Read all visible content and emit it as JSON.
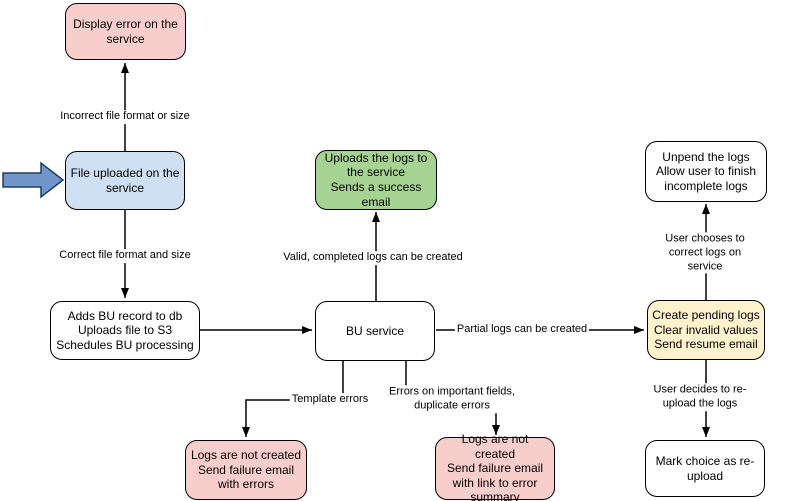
{
  "diagram": {
    "nodes": [
      {
        "id": "display-error",
        "label": "Display error on the\nservice",
        "color": "pink"
      },
      {
        "id": "file-uploaded",
        "label": "File uploaded on the\nservice",
        "color": "blue"
      },
      {
        "id": "adds-bu-record",
        "label": "Adds BU record to db\nUploads file to S3\nSchedules BU processing",
        "color": "white"
      },
      {
        "id": "bu-service",
        "label": "BU service",
        "color": "white"
      },
      {
        "id": "uploads-logs-success",
        "label": "Uploads the logs to\nthe service\nSends a success\nemail",
        "color": "green"
      },
      {
        "id": "create-pending-logs",
        "label": "Create pending logs\nClear invalid values\nSend resume email",
        "color": "yellow"
      },
      {
        "id": "unpend-logs",
        "label": "Unpend the logs\nAllow user to finish\nincomplete logs",
        "color": "white"
      },
      {
        "id": "mark-choice-reupload",
        "label": "Mark choice as re-\nupload",
        "color": "white"
      },
      {
        "id": "logs-not-created-errors",
        "label": "Logs are not created\nSend failure email\nwith errors",
        "color": "pink"
      },
      {
        "id": "logs-not-created-summary",
        "label": "Logs are not created\nSend failure email\nwith link to error\nsummary",
        "color": "pink"
      }
    ],
    "edge_labels": [
      {
        "id": "incorrect-file",
        "text": "Incorrect file format or size"
      },
      {
        "id": "correct-file",
        "text": "Correct file format and size"
      },
      {
        "id": "valid-completed-logs",
        "text": "Valid, completed logs can be created"
      },
      {
        "id": "partial-logs",
        "text": "Partial logs can be created"
      },
      {
        "id": "template-errors",
        "text": "Template errors"
      },
      {
        "id": "important-field-errors",
        "text": "Errors on important fields,\nduplicate errors"
      },
      {
        "id": "user-corrects-logs",
        "text": "User chooses to correct logs on service"
      },
      {
        "id": "user-reuploads-logs",
        "text": "User decides to re-upload the logs"
      }
    ],
    "colors": {
      "pink": "#f8cecc",
      "blue": "#cfe0f4",
      "green": "#a6d392",
      "yellow": "#fff2cc",
      "white": "#ffffff",
      "entry_arrow_fill": "#7296cb",
      "entry_arrow_stroke": "#1f3e5f",
      "line": "#000000"
    }
  }
}
